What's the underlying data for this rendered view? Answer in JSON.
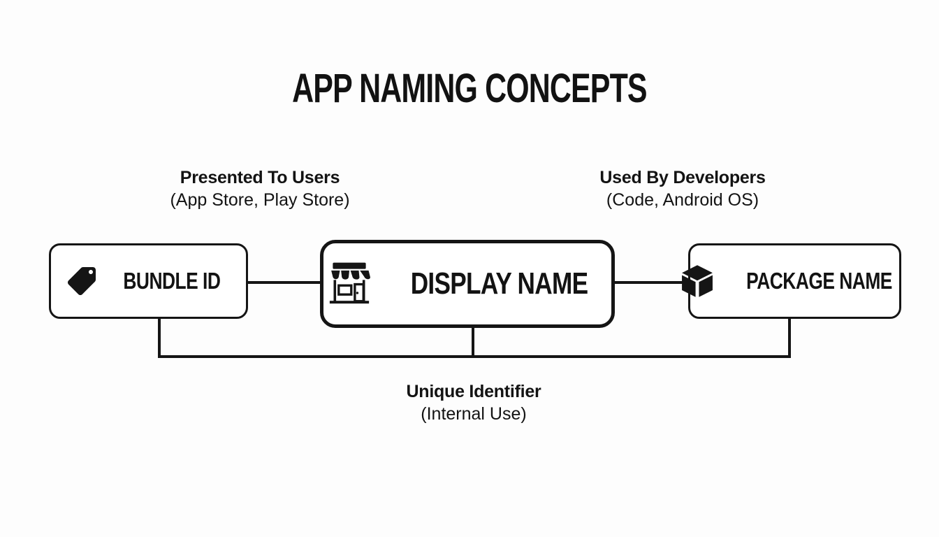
{
  "canvas": {
    "background": "#fdfdfd",
    "ink": "#151515"
  },
  "title": "APP NAMING CONCEPTS",
  "annotations": {
    "presented": {
      "heading": "Presented To Users",
      "detail": "(App Store, Play Store)"
    },
    "used_by": {
      "heading": "Used By Developers",
      "detail": "(Code, Android OS)"
    },
    "unique": {
      "heading": "Unique Identifier",
      "detail": "(Internal Use)"
    }
  },
  "nodes": {
    "bundle_id": {
      "label": "BUNDLE ID",
      "icon": "tag-icon"
    },
    "display_name": {
      "label": "DISPLAY NAME",
      "icon": "storefront-icon"
    },
    "package_name": {
      "label": "PACKAGE NAME",
      "icon": "package-cube-icon"
    }
  }
}
